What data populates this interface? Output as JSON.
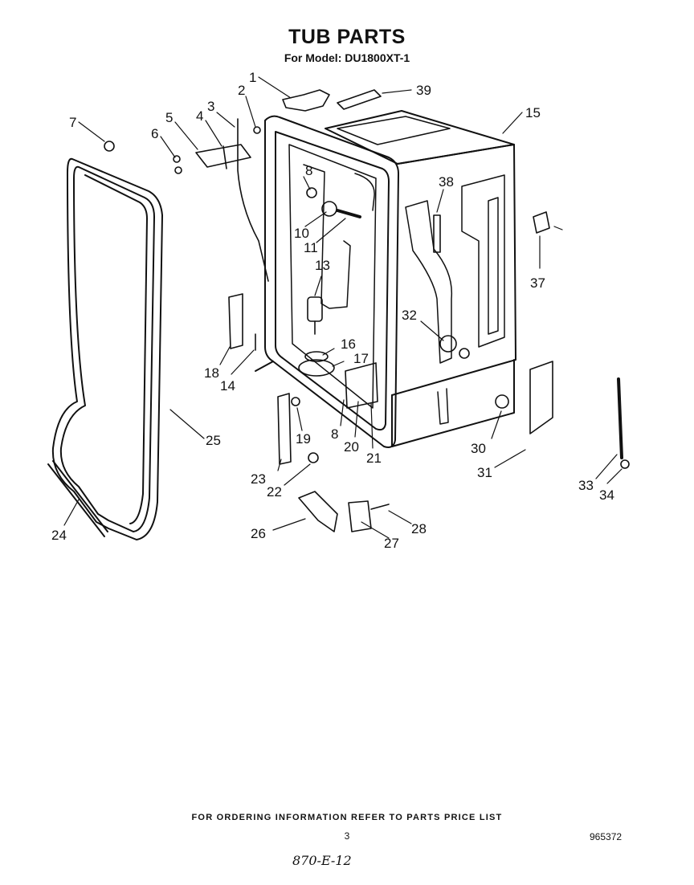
{
  "header": {
    "title": "TUB PARTS",
    "subtitle": "For Model: DU1800XT-1"
  },
  "callouts": [
    "1",
    "2",
    "3",
    "4",
    "5",
    "6",
    "7",
    "8",
    "10",
    "11",
    "13",
    "14",
    "15",
    "16",
    "17",
    "18",
    "19",
    "8",
    "20",
    "21",
    "22",
    "23",
    "24",
    "25",
    "26",
    "27",
    "28",
    "30",
    "31",
    "32",
    "33",
    "34",
    "37",
    "38",
    "39"
  ],
  "footer": {
    "ordering_note": "FOR ORDERING INFORMATION REFER TO PARTS PRICE LIST",
    "page_number": "3",
    "document_number": "965372",
    "handwritten_note": "870-E-12"
  }
}
